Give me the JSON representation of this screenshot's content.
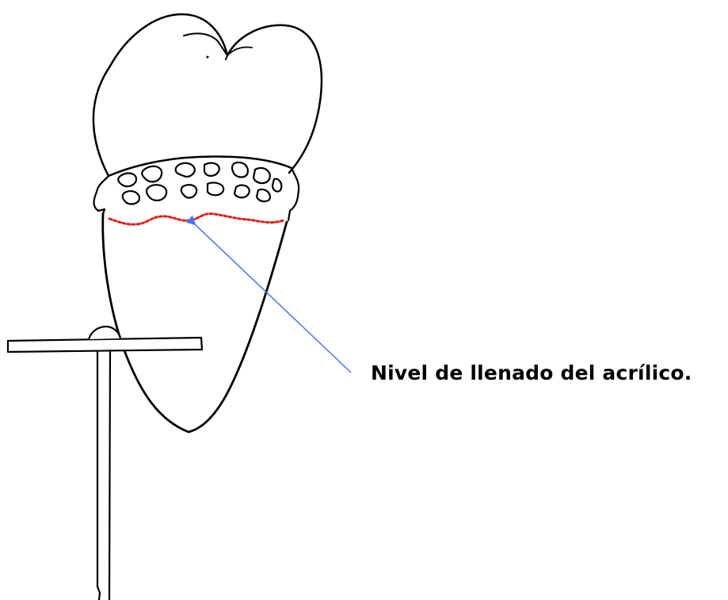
{
  "annotation": {
    "label": "Nivel de llenado del acrílico."
  },
  "colors": {
    "line": "#000000",
    "fill_level": "#e0201b",
    "arrow": "#4a74e8",
    "background": "#ffffff"
  },
  "parts": [
    {
      "name": "tooth-crown",
      "type": "outline"
    },
    {
      "name": "tooth-root",
      "type": "outline"
    },
    {
      "name": "retention-band",
      "type": "mesh"
    },
    {
      "name": "acrylic-fill-level",
      "type": "dotted-line"
    },
    {
      "name": "annotation-arrow",
      "type": "arrow"
    },
    {
      "name": "support-stand",
      "type": "T-stand"
    }
  ]
}
